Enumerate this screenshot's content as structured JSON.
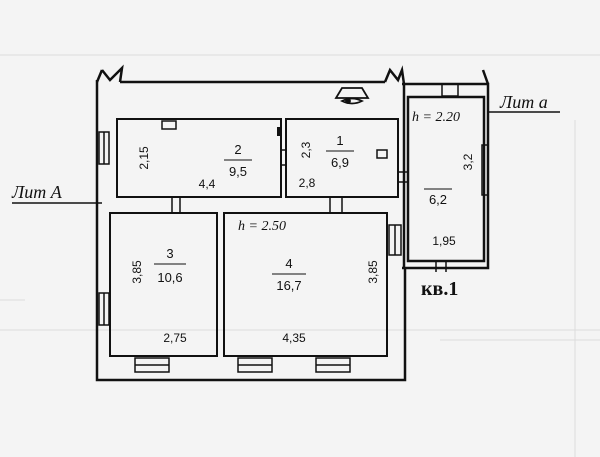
{
  "labels": {
    "lit_a": "Лит А",
    "lit_a_small": "Лит а",
    "apartment": "кв.1",
    "height_main": "h = 2.50",
    "height_annex": "h = 2.20"
  },
  "rooms": [
    {
      "id": "1",
      "area": "6,9",
      "dim_v": "2,3",
      "dim_h": "2,8"
    },
    {
      "id": "2",
      "area": "9,5",
      "dim_v": "2,15",
      "dim_h": "4,4"
    },
    {
      "id": "3",
      "area": "10,6",
      "dim_v": "3,85",
      "dim_h": "2,75"
    },
    {
      "id": "4",
      "area": "16,7",
      "dim_v": "3,85",
      "dim_h": "4,35"
    },
    {
      "id": "",
      "area": "6,2",
      "dim_v": "3,2",
      "dim_h": "1,95"
    }
  ],
  "colors": {
    "ink": "#111111",
    "paper": "#f4f4f4",
    "grid": "#dcdcdc"
  }
}
